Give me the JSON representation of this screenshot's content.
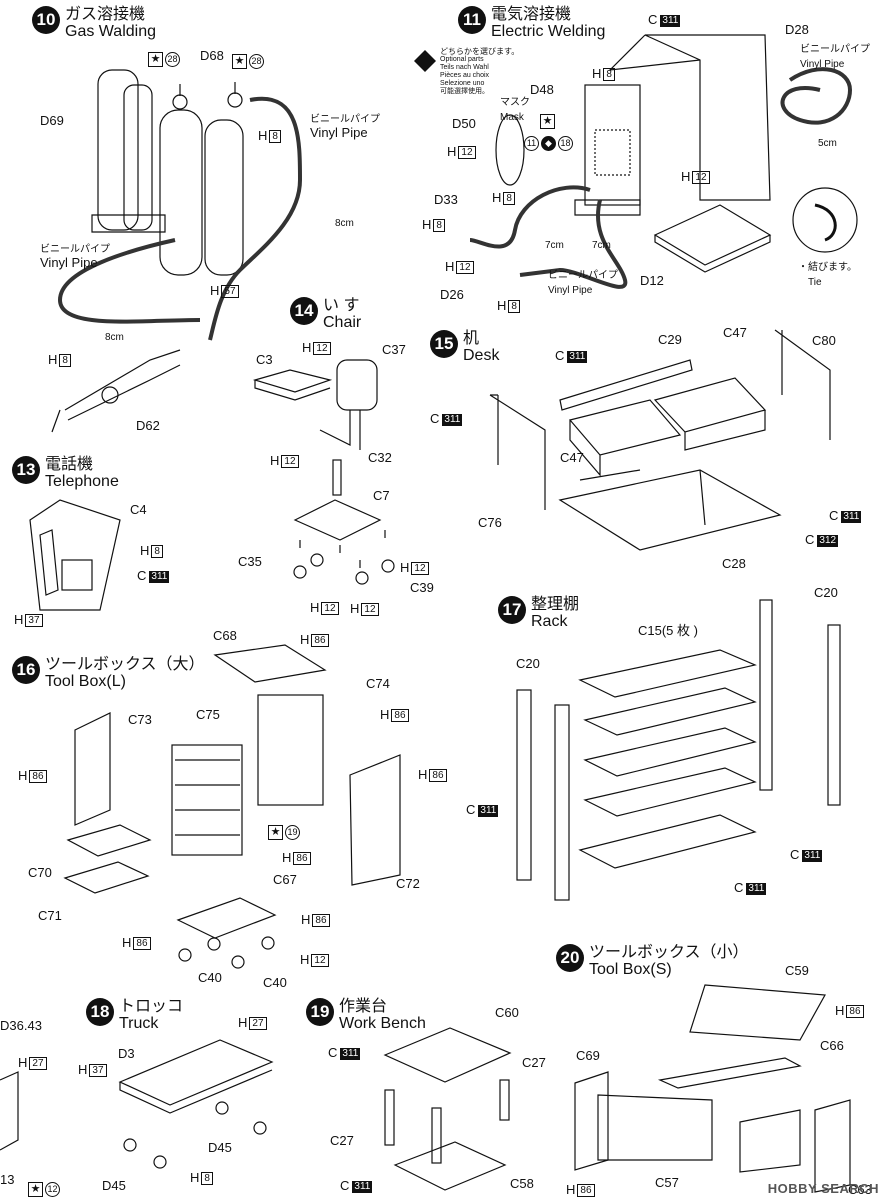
{
  "steps": {
    "s10": {
      "num": "10",
      "jp": "ガス溶接機",
      "en": "Gas Walding"
    },
    "s11": {
      "num": "11",
      "jp": "電気溶接機",
      "en": "Electric Welding"
    },
    "s13": {
      "num": "13",
      "jp": "電話機",
      "en": "Telephone"
    },
    "s14": {
      "num": "14",
      "jp": "い す",
      "en": "Chair"
    },
    "s15": {
      "num": "15",
      "jp": "机",
      "en": "Desk"
    },
    "s16": {
      "num": "16",
      "jp": "ツールボックス（大）",
      "en": "Tool Box(L)"
    },
    "s17": {
      "num": "17",
      "jp": "整理棚",
      "en": "Rack"
    },
    "s18": {
      "num": "18",
      "jp": "トロッコ",
      "en": "Truck"
    },
    "s19": {
      "num": "19",
      "jp": "作業台",
      "en": "Work Bench"
    },
    "s20": {
      "num": "20",
      "jp": "ツールボックス（小）",
      "en": "Tool Box(S)"
    }
  },
  "labels": {
    "d69": "D69",
    "d68": "D68",
    "c28": "28",
    "h8": "H",
    "h8n": "8",
    "h57n": "57",
    "h12n": "12",
    "h86n": "86",
    "h37n": "37",
    "h27n": "27",
    "vinyl_jp": "ビニールパイプ",
    "vinyl_en": "Vinyl Pipe",
    "cm8": "8cm",
    "cm5": "5cm",
    "cm7": "7cm",
    "d62": "D62",
    "c311n": "311",
    "c312n": "312",
    "d28": "D28",
    "d48": "D48",
    "d50": "D50",
    "d33": "D33",
    "d26": "D26",
    "d12": "D12",
    "mask_jp": "マスク",
    "mask_en": "Mask",
    "opt_jp": "どちらかを選びます。",
    "opt_1": "Optional parts",
    "opt_2": "Teils nach Wahl",
    "opt_3": "Pièces au choix",
    "opt_4": "Selezione uno",
    "opt_5": "可能選擇使用。",
    "tie_jp": "・結びます。",
    "tie_en": "Tie",
    "c11n": "11",
    "c18n": "18",
    "c19n": "19",
    "c4": "C4",
    "c3": "C3",
    "c37": "C37",
    "c32": "C32",
    "c7": "C7",
    "c35": "C35",
    "c39": "C39",
    "c29": "C29",
    "c47": "C47",
    "c80": "C80",
    "c76": "C76",
    "c28x": "C28",
    "c": "C",
    "c68": "C68",
    "c74": "C74",
    "c73": "C73",
    "c75": "C75",
    "c70": "C70",
    "c71": "C71",
    "c72": "C72",
    "c67": "C67",
    "c40": "C40",
    "c20": "C20",
    "c15": "C15(5 枚 )",
    "d36": "D36.43",
    "d3": "D3",
    "d45": "D45",
    "d13": "13",
    "c60": "C60",
    "c27": "C27",
    "c58": "C58",
    "c59": "C59",
    "c69": "C69",
    "c66": "C66",
    "c57": "C57",
    "c63": "C63"
  },
  "watermark": "HOBBY SEARCH",
  "colors": {
    "ink": "#111111",
    "hose": "#333333"
  }
}
